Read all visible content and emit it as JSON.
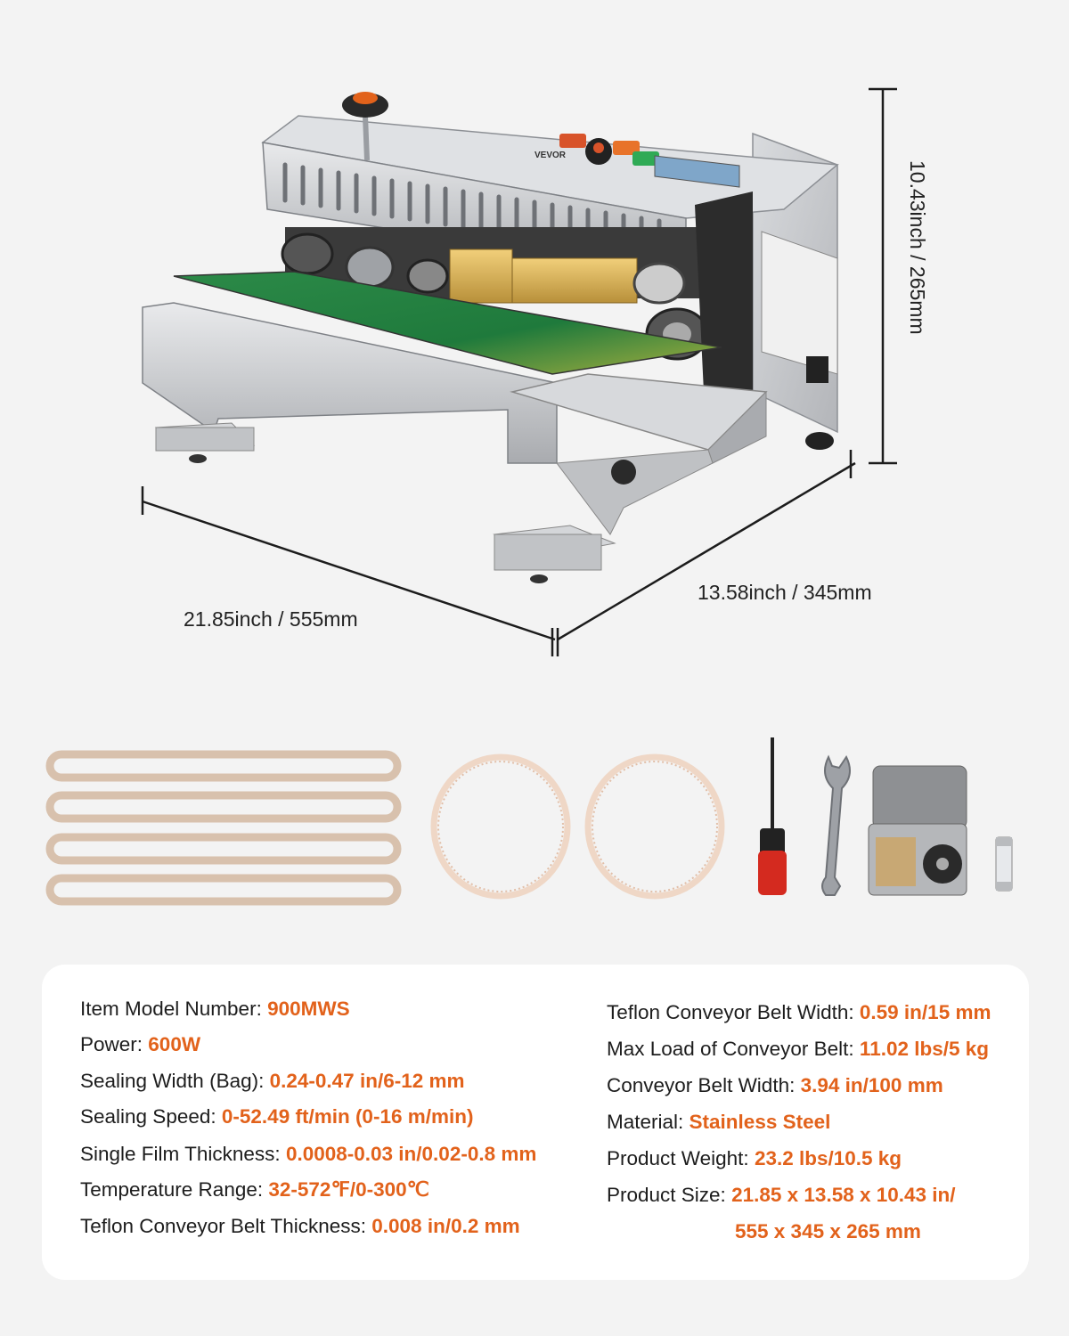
{
  "dimensions": {
    "height": "10.43inch / 265mm",
    "length": "21.85inch / 555mm",
    "depth": "13.58inch / 345mm"
  },
  "machine": {
    "brand": "VEVOR",
    "icons": [
      "sealer-machine-illustration",
      "control-knob-icon",
      "power-switch-icon",
      "display-panel-icon"
    ]
  },
  "accessories": {
    "icons": [
      "heating-band-icon",
      "timing-belt-icon",
      "screwdriver-icon",
      "wrench-icon",
      "character-type-box-icon",
      "fuse-icon"
    ]
  },
  "specs": {
    "left": [
      {
        "label": "Item Model Number:",
        "value": "900MWS"
      },
      {
        "label": "Power:",
        "value": "600W"
      },
      {
        "label": "Sealing Width (Bag):",
        "value": "0.24-0.47 in/6-12 mm"
      },
      {
        "label": "Sealing Speed:",
        "value": "0-52.49 ft/min (0-16 m/min)"
      },
      {
        "label": "Single Film Thickness:",
        "value": "0.0008-0.03 in/0.02-0.8 mm"
      },
      {
        "label": "Temperature Range:",
        "value": "32-572℉/0-300℃"
      },
      {
        "label": "Teflon Conveyor Belt Thickness:",
        "value": "0.008 in/0.2 mm"
      }
    ],
    "right": [
      {
        "label": "Teflon Conveyor Belt Width:",
        "value": "0.59 in/15 mm"
      },
      {
        "label": "Max Load of Conveyor Belt:",
        "value": "11.02 lbs/5 kg"
      },
      {
        "label": "Conveyor Belt Width:",
        "value": "3.94 in/100 mm"
      },
      {
        "label": "Material:",
        "value": "Stainless Steel"
      },
      {
        "label": "Product Weight:",
        "value": "23.2 lbs/10.5 kg"
      },
      {
        "label": "Product Size:",
        "value": "21.85 x 13.58 x 10.43 in/"
      }
    ],
    "right_continuation": "555 x 345 x 265 mm"
  },
  "colors": {
    "accent": "#e2621b",
    "background": "#f3f3f3",
    "card": "#ffffff",
    "belt": "#1f7a3c"
  }
}
